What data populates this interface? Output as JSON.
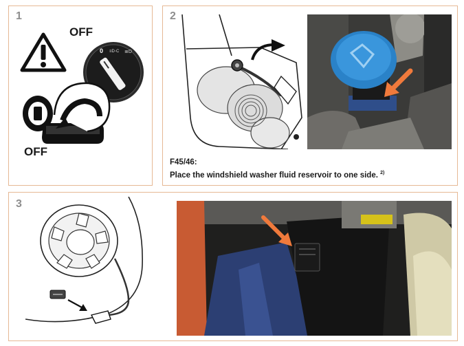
{
  "steps": [
    {
      "number": "1",
      "labels": {
        "switch_state": "OFF",
        "key_state": "OFF",
        "knob_mark": "0"
      }
    },
    {
      "number": "2",
      "model": "F45/46:",
      "instruction": "Place the windshield washer fluid reservoir to one side.",
      "footnote": "2)"
    },
    {
      "number": "3"
    }
  ],
  "colors": {
    "panel_border": "#e6b894",
    "arrow_orange": "#f07a3c",
    "reservoir_cap": "#2a82c8",
    "step_number": "#8e8e8e"
  },
  "icons": [
    "warning-triangle-icon",
    "light-switch-dial-icon",
    "ignition-key-icon",
    "rotate-arrow-icon",
    "pointer-arrow-icon"
  ]
}
